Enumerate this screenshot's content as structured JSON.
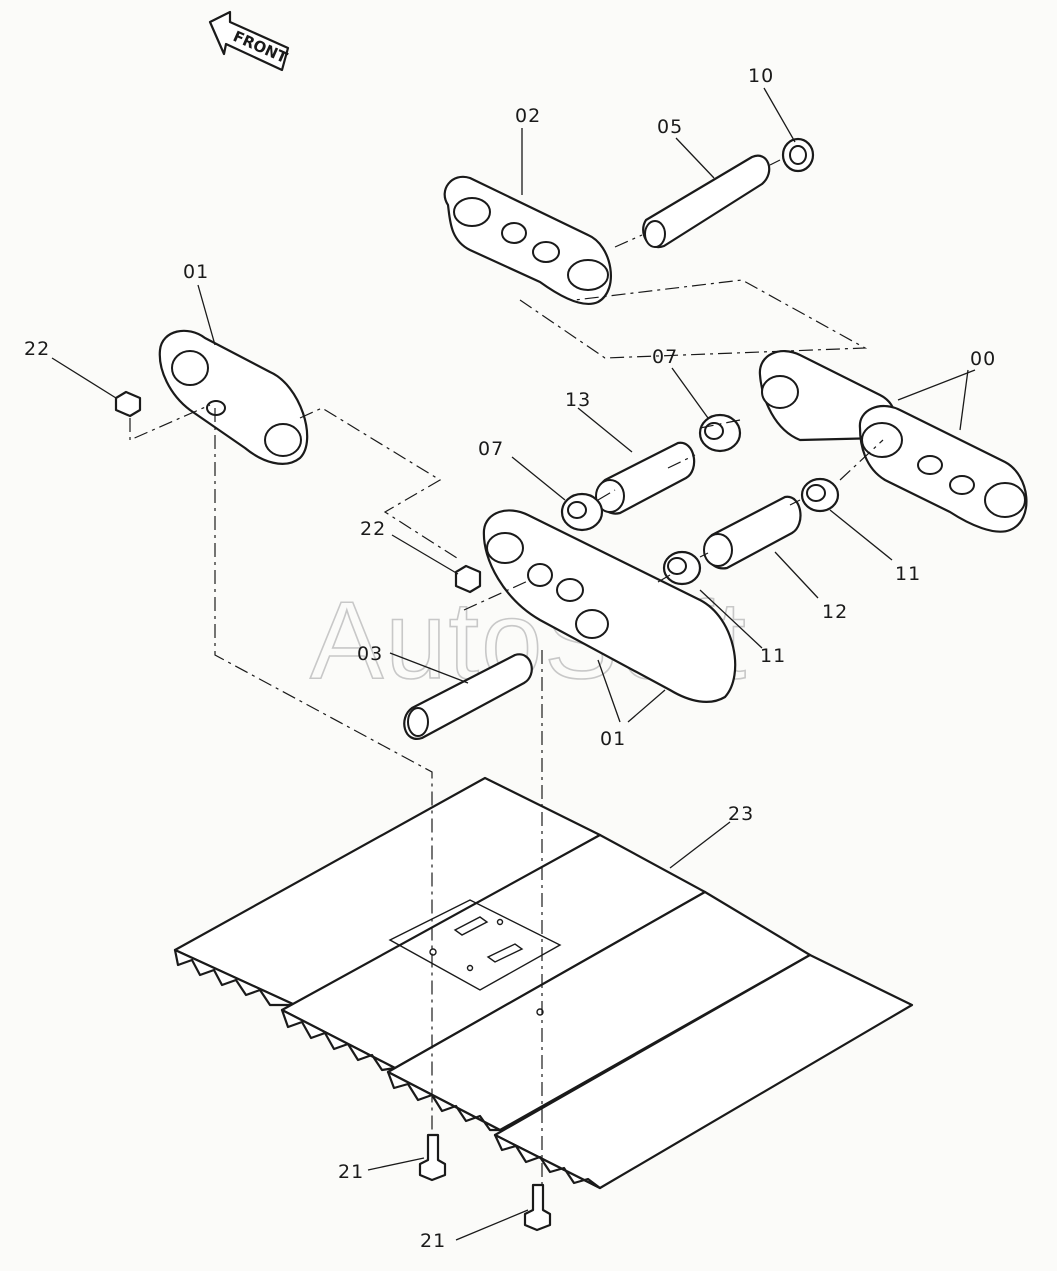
{
  "direction_arrow": {
    "text": "FRONT",
    "icon": "front-arrow-icon"
  },
  "watermark": "AutoSoft",
  "callouts": [
    {
      "id": "c-00",
      "text": "00"
    },
    {
      "id": "c-01-top",
      "text": "01"
    },
    {
      "id": "c-01-bottom",
      "text": "01"
    },
    {
      "id": "c-02",
      "text": "02"
    },
    {
      "id": "c-03",
      "text": "03"
    },
    {
      "id": "c-05",
      "text": "05"
    },
    {
      "id": "c-07-right",
      "text": "07"
    },
    {
      "id": "c-07-left",
      "text": "07"
    },
    {
      "id": "c-10",
      "text": "10"
    },
    {
      "id": "c-11-right",
      "text": "11"
    },
    {
      "id": "c-11-left",
      "text": "11"
    },
    {
      "id": "c-12",
      "text": "12"
    },
    {
      "id": "c-13",
      "text": "13"
    },
    {
      "id": "c-21-upper",
      "text": "21"
    },
    {
      "id": "c-21-lower",
      "text": "21"
    },
    {
      "id": "c-22-top",
      "text": "22"
    },
    {
      "id": "c-22-mid",
      "text": "22"
    },
    {
      "id": "c-23",
      "text": "23"
    }
  ]
}
